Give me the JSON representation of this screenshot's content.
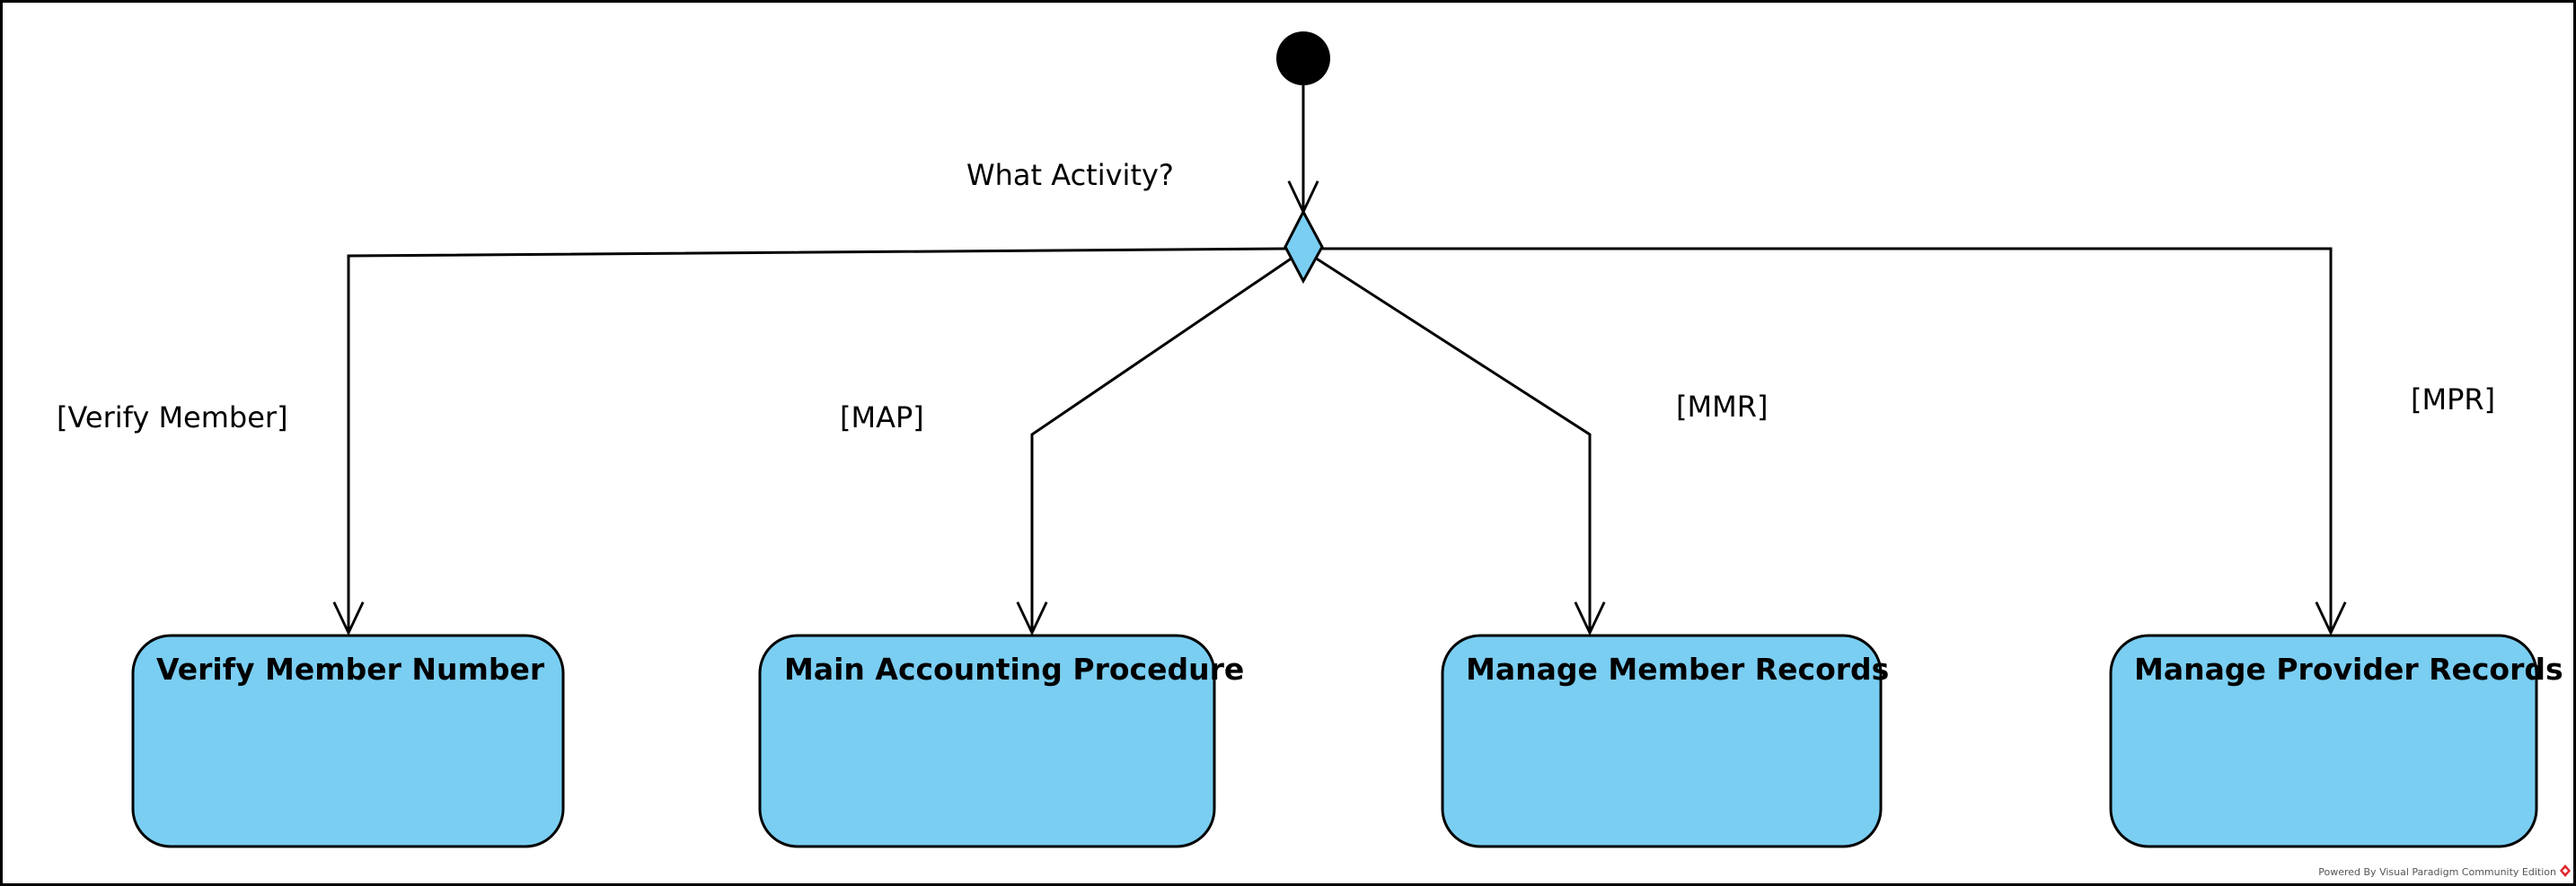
{
  "decision": {
    "question": "What Activity?"
  },
  "guards": {
    "verify_member": "[Verify Member]",
    "map": "[MAP]",
    "mmr": "[MMR]",
    "mpr": "[MPR]"
  },
  "actions": {
    "verify_member_number": "Verify Member Number",
    "main_accounting_procedure": "Main Accounting Procedure",
    "manage_member_records": "Manage Member Records",
    "manage_provider_records": "Manage Provider Records"
  },
  "footer": {
    "text": "Powered By Visual Paradigm Community Edition"
  },
  "colors": {
    "node_fill": "#7acef2",
    "stroke": "#000000"
  }
}
